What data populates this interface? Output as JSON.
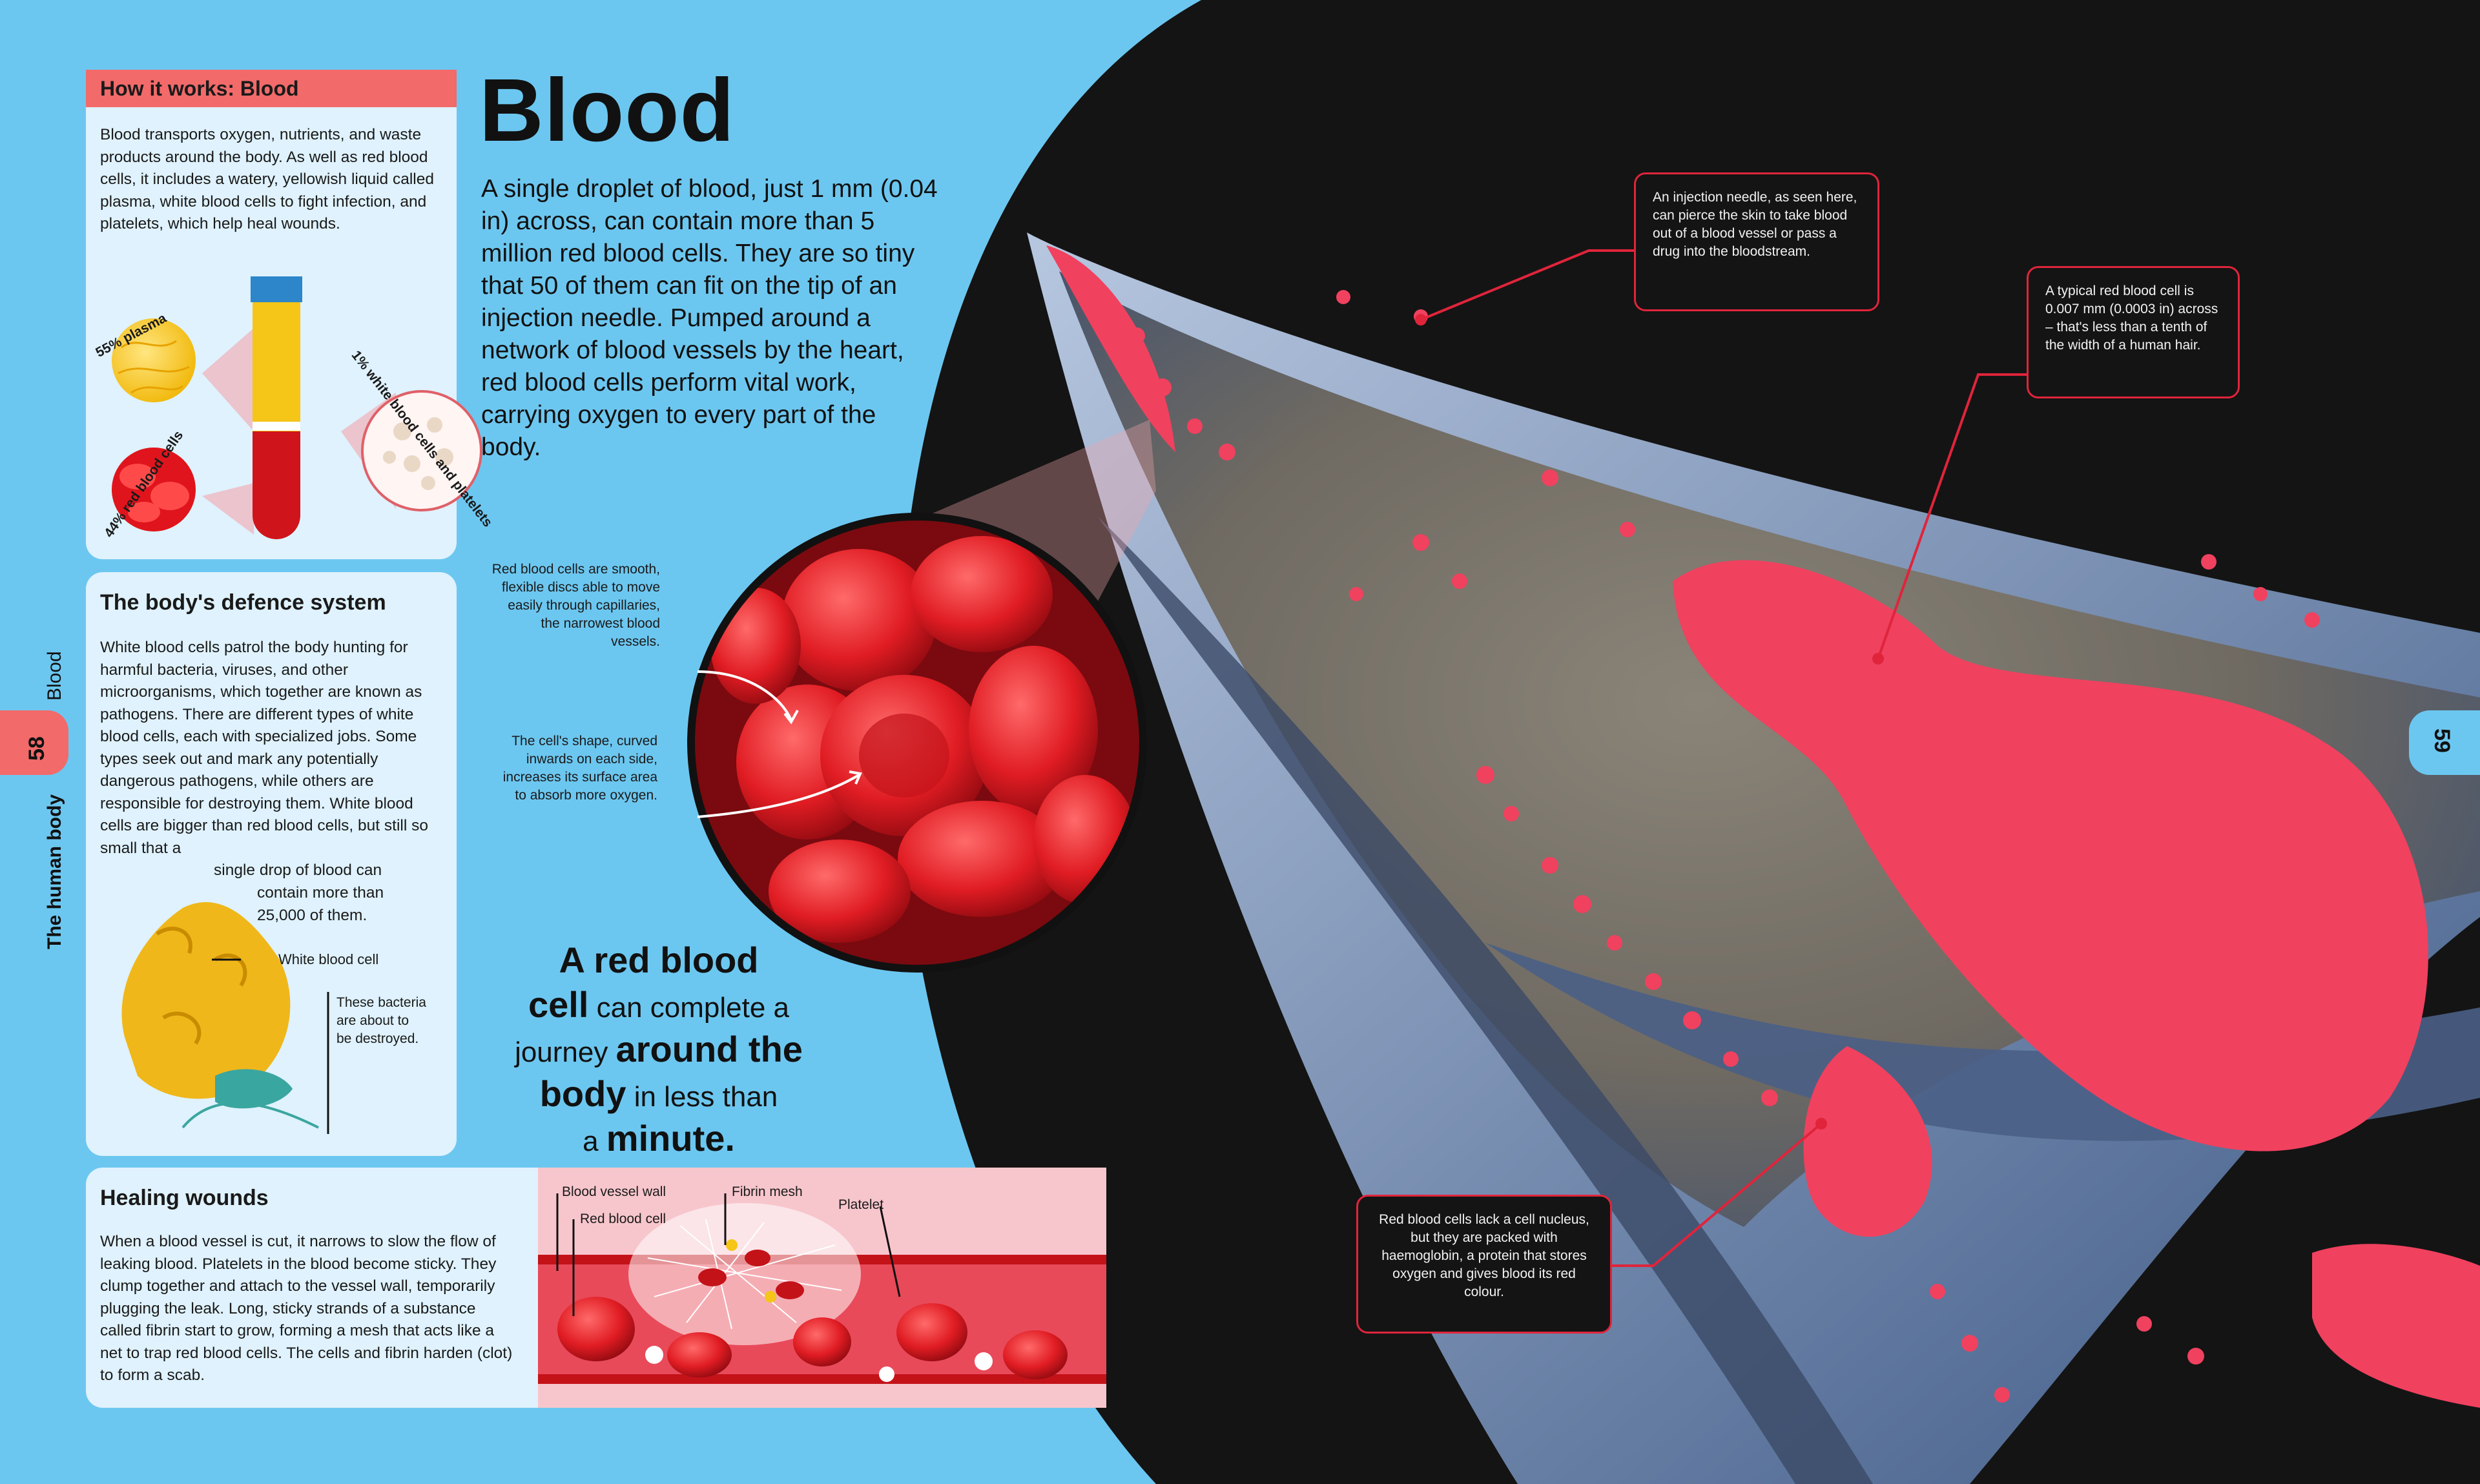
{
  "page": {
    "title": "Blood",
    "intro": "A single droplet of blood, just 1 mm (0.04 in) across, can contain more than 5 million red blood cells. They are so tiny that 50 of them can fit on the tip of an injection needle. Pumped around a network of blood vessels by the heart, red blood cells perform vital work, carrying oxygen to every part of the body."
  },
  "spine": {
    "section": "The human body",
    "topic": "Blood",
    "left_page": "58",
    "right_page": "59"
  },
  "how_it_works": {
    "heading": "How it works: Blood",
    "body": "Blood transports oxygen, nutrients, and waste products around the body. As well as red blood cells, it includes a watery, yellowish liquid called plasma, white blood cells to fight infection, and platelets, which help heal wounds.",
    "label_plasma": "55% plasma",
    "label_red": "44% red blood cells",
    "label_white": "1% white blood cells and platelets"
  },
  "defence": {
    "heading": "The body's defence system",
    "body_top": "White blood cells patrol the body hunting for harmful bacteria, viruses, and other microorganisms, which together are known as pathogens. There are different types of white blood cells, each with specialized jobs. Some types seek out and mark any potentially dangerous pathogens, while others are responsible for destroying them. White blood cells are bigger than red blood cells, but still so small that a",
    "body_l1": "single drop of blood can",
    "body_l2": "contain more than",
    "body_l3": "25,000 of them.",
    "label_wbc": "White blood cell",
    "label_bacteria": "These bacteria are about to be destroyed."
  },
  "healing": {
    "heading": "Healing wounds",
    "body": "When a blood vessel is cut, it narrows to slow the flow of leaking blood. Platelets in the blood become sticky. They clump together and attach to the vessel wall, temporarily plugging the leak. Long, sticky strands of a substance called fibrin start to grow, forming a mesh that acts like a net to trap red blood cells. The cells and fibrin harden (clot) to form a scab.",
    "label_vessel": "Blood vessel wall",
    "label_rbc": "Red blood cell",
    "label_fibrin": "Fibrin mesh",
    "label_platelet": "Platelet"
  },
  "closeup": {
    "caption1": "Red blood cells are smooth, flexible discs able to move easily through capillaries, the narrowest blood vessels.",
    "caption2": "The cell's shape, curved inwards on each side, increases its surface area to absorb more oxygen."
  },
  "quote": {
    "w1": "A red blood",
    "w2": "cell",
    "w3": "can complete a",
    "w4": "journey",
    "w5": "around the",
    "w6": "body",
    "w7": "in less than",
    "w8": "a",
    "w9": "minute."
  },
  "callouts": {
    "needle": "An injection needle, as seen here, can pierce the skin to take blood out of a blood vessel or pass a drug into the bloodstream.",
    "size": "A typical red blood cell is 0.007 mm (0.0003 in) across – that's less than a tenth of the width of a human hair.",
    "nucleus": "Red blood cells lack a cell nucleus, but they are packed with haemoglobin, a protein that stores oxygen and gives blood its red colour."
  },
  "colors": {
    "page_blue": "#6cc7f0",
    "panel_bg": "#dff2fd",
    "accent_red": "#e0243b",
    "head_red": "#f26a6a",
    "photo_bg": "#141414"
  }
}
